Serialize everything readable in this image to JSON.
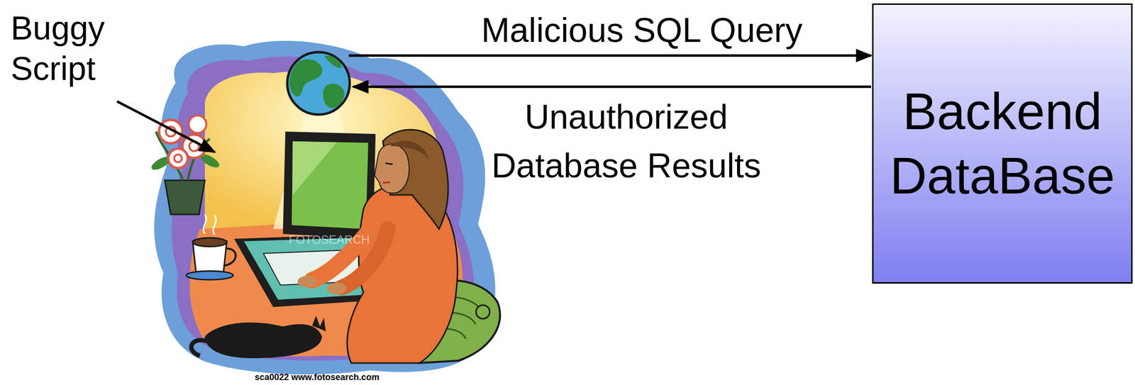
{
  "diagram": {
    "nodes": [
      {
        "text": [
          "Backend DataBase"
        ]
      }
    ],
    "labels": [
      "Buggy Script",
      "Malicious SQL Query",
      "Unauthorized Database Results",
      "FOTOSEARCH",
      "sca0022 www.fotosearch.com"
    ]
  }
}
